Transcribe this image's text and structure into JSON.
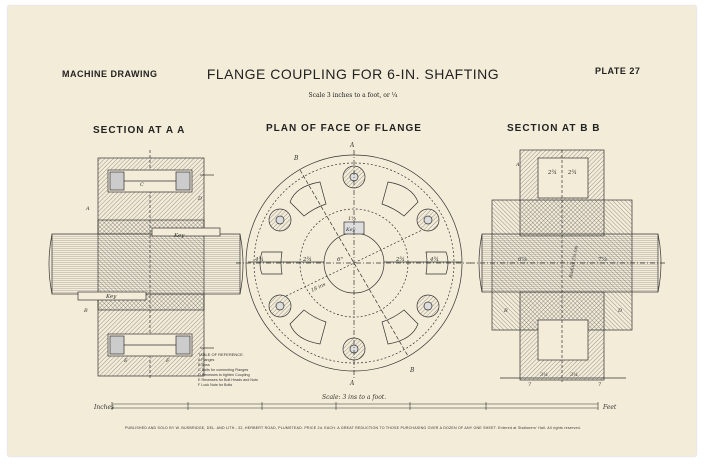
{
  "header": {
    "left": "MACHINE DRAWING",
    "title": "FLANGE COUPLING FOR 6-IN. SHAFTING",
    "plate": "PLATE 27",
    "scale_note": "Scale 3 inches to a foot, or ¼"
  },
  "sections": {
    "aa": "SECTION AT A A",
    "face": "PLAN OF FACE OF FLANGE",
    "bb": "SECTION AT B B"
  },
  "reference": {
    "title": "TABLE OF REFERENCE.",
    "items": [
      "A   Flanges",
      "B   Boss",
      "C   Bolts for connecting Flanges",
      "D   Recesses to tighten Coupling",
      "E   Recesses for Bolt Heads and Nuts",
      "F   Lock Nuts for Bolts"
    ]
  },
  "scale_bar": {
    "left": "Inches",
    "right": "Feet",
    "caption": "Scale: 3 ins to a foot."
  },
  "dims": {
    "face_left": "4¾",
    "face_left2": "2¾",
    "face_center": "6\"",
    "face_right": "2¾",
    "face_right2": "4¾",
    "face_top": "1⅝",
    "face_key": "Key",
    "face_diag": "18 ins",
    "bb_top_l": "2¾",
    "bb_top_r": "2¾",
    "bb_mid_l": "6⅞",
    "bb_mid_r": "7⅞",
    "bb_radius": "Radius 2⅝ ins",
    "bb_bot_l": "3¼",
    "bb_bot_r": "3¼",
    "bb_base_l": "7",
    "bb_base_r": "7",
    "aa_key_top": "Key",
    "aa_key_bot": "Key"
  },
  "letters": {
    "a": "A",
    "b": "B",
    "c": "C",
    "d": "D",
    "e": "E",
    "f": "F"
  },
  "footer": "PUBLISHED AND SOLD BY W. BUSBRIDGE, DEL. AND LITH., 32, HERBERT ROAD, PLUMSTEAD.  PRICE 2d. EACH.  A GREAT REDUCTION TO THOSE PURCHASING OVER A DOZEN OF ANY ONE SHEET.  Entered at Stationers' Hall.  All rights reserved."
}
